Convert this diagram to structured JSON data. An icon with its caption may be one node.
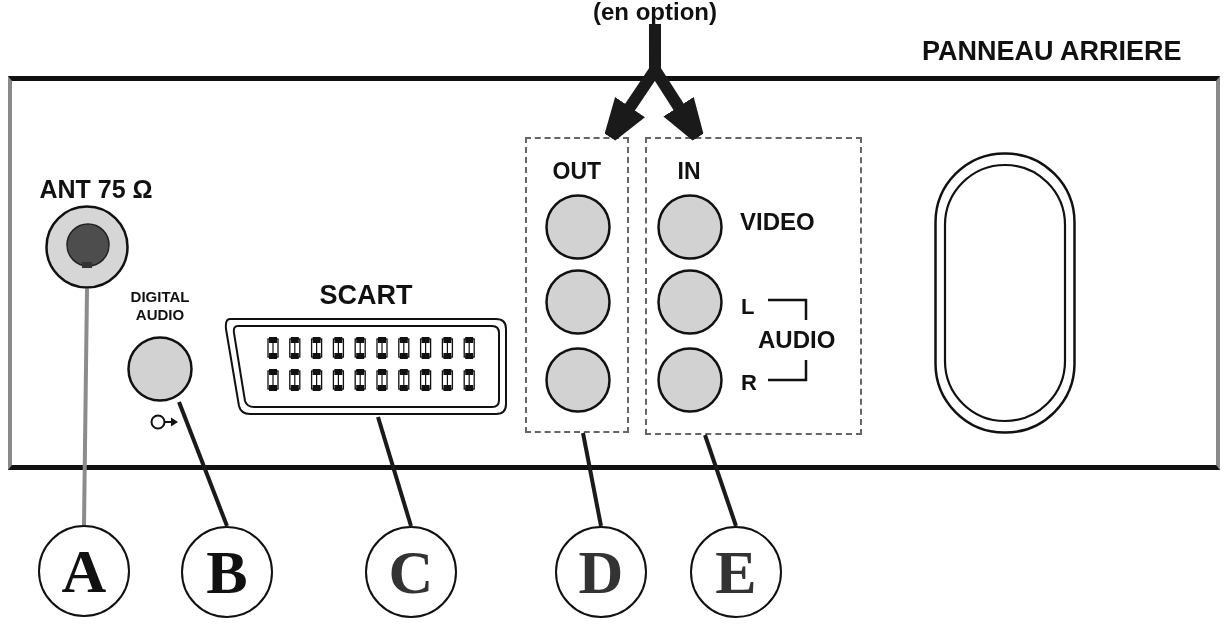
{
  "diagram": {
    "nodes": [
      {
        "text": [
          "(en option)"
        ]
      },
      {
        "text": [
          "PANNEAU ARRIERE"
        ]
      },
      {
        "text": [
          "ANT 75 Ω"
        ],
        "in": 1
      },
      {
        "text": [
          "DIGITAL AUDIO"
        ],
        "in": 1
      },
      {
        "text": [
          "SCART"
        ],
        "in": 1
      },
      {
        "text": [
          "OUT"
        ],
        "in": 1
      },
      {
        "text": [],
        "shape": "circle",
        "in": 5
      },
      {
        "text": [],
        "shape": "circle",
        "in": 5
      },
      {
        "text": [],
        "shape": "circle",
        "in": 5
      },
      {
        "text": [
          "IN"
        ],
        "in": 1
      },
      {
        "text": [],
        "shape": "circle",
        "in": 9,
        "beside": [
          "VIDEO"
        ]
      },
      {
        "text": [],
        "shape": "circle",
        "in": 9,
        "beside": [
          "L"
        ]
      },
      {
        "text": [],
        "shape": "circle",
        "in": 9,
        "beside": [
          "R"
        ]
      },
      {
        "text": [
          "A"
        ]
      },
      {
        "text": [
          "B"
        ]
      },
      {
        "text": [
          "C"
        ]
      },
      {
        "text": [
          "D"
        ]
      },
      {
        "text": [
          "E"
        ]
      }
    ],
    "edges": [
      {
        "from": 13,
        "to": 2,
        "arrow": "none",
        "color": "#8c8c8c"
      },
      {
        "from": 14,
        "to": 3,
        "arrow": "none"
      },
      {
        "from": 15,
        "to": 4,
        "arrow": "none"
      },
      {
        "from": 16,
        "to": 5,
        "arrow": "none"
      },
      {
        "from": 17,
        "to": 9,
        "arrow": "none"
      },
      {
        "from": 0,
        "to": 5,
        "arrow": "to",
        "style": "thick"
      },
      {
        "from": 0,
        "to": 9,
        "arrow": "to",
        "style": "thick"
      }
    ],
    "labels": [
      "AUDIO"
    ]
  }
}
